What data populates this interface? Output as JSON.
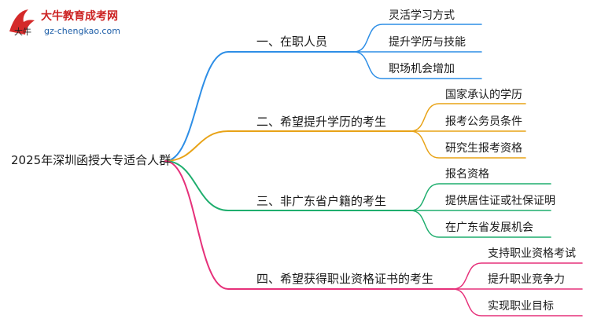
{
  "logo": {
    "name": "大牛教育成考网",
    "url": "gz-chengkao.com",
    "mark_text": "大牛"
  },
  "root": {
    "label": "2025年深圳函授大专适合人群"
  },
  "branches": [
    {
      "label": "一、在职人员",
      "color": "#2d8ee6",
      "children": [
        "灵活学习方式",
        "提升学历与技能",
        "职场机会增加"
      ]
    },
    {
      "label": "二、希望提升学历的考生",
      "color": "#e8a317",
      "children": [
        "国家承认的学历",
        "报考公务员条件",
        "研究生报考资格"
      ]
    },
    {
      "label": "三、非广东省户籍的考生",
      "color": "#1fae6e",
      "children": [
        "报名资格",
        "提供居住证或社保证明",
        "在广东省发展机会"
      ]
    },
    {
      "label": "四、希望获得职业资格证书的考生",
      "color": "#e6317a",
      "children": [
        "支持职业资格考试",
        "提升职业竞争力",
        "实现职业目标"
      ]
    }
  ]
}
